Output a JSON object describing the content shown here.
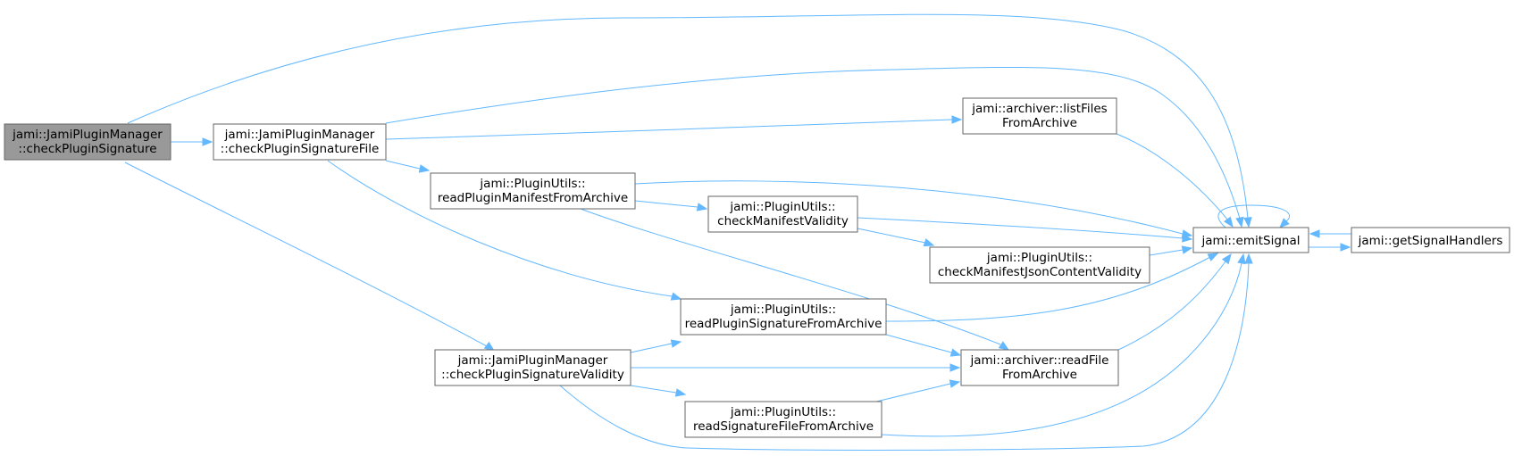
{
  "colors": {
    "edge": "#63b8ff",
    "node_border": "#666666",
    "node_fill": "#ffffff",
    "root_fill": "#999999"
  },
  "nodes": {
    "root": {
      "lines": [
        "jami::JamiPluginManager",
        "::checkPluginSignature"
      ]
    },
    "checkSigFile": {
      "lines": [
        "jami::JamiPluginManager",
        "::checkPluginSignatureFile"
      ]
    },
    "checkSigValidity": {
      "lines": [
        "jami::JamiPluginManager",
        "::checkPluginSignatureValidity"
      ]
    },
    "readManifest": {
      "lines": [
        "jami::PluginUtils::",
        "readPluginManifestFromArchive"
      ]
    },
    "listFiles": {
      "lines": [
        "jami::archiver::listFiles",
        "FromArchive"
      ]
    },
    "checkManifest": {
      "lines": [
        "jami::PluginUtils::",
        "checkManifestValidity"
      ]
    },
    "checkJson": {
      "lines": [
        "jami::PluginUtils::",
        "checkManifestJsonContentValidity"
      ]
    },
    "readPluginSig": {
      "lines": [
        "jami::PluginUtils::",
        "readPluginSignatureFromArchive"
      ]
    },
    "readFile": {
      "lines": [
        "jami::archiver::readFile",
        "FromArchive"
      ]
    },
    "readSigFile": {
      "lines": [
        "jami::PluginUtils::",
        "readSignatureFileFromArchive"
      ]
    },
    "emitSignal": {
      "lines": [
        "jami::emitSignal"
      ]
    },
    "getHandlers": {
      "lines": [
        "jami::getSignalHandlers"
      ]
    }
  },
  "edges": [
    [
      "root",
      "checkSigFile"
    ],
    [
      "root",
      "checkSigValidity"
    ],
    [
      "root",
      "emitSignal"
    ],
    [
      "checkSigFile",
      "listFiles"
    ],
    [
      "checkSigFile",
      "readManifest"
    ],
    [
      "checkSigFile",
      "readPluginSig"
    ],
    [
      "checkSigFile",
      "emitSignal"
    ],
    [
      "readManifest",
      "checkManifest"
    ],
    [
      "readManifest",
      "readFile"
    ],
    [
      "readManifest",
      "emitSignal"
    ],
    [
      "listFiles",
      "emitSignal"
    ],
    [
      "checkManifest",
      "checkJson"
    ],
    [
      "checkManifest",
      "emitSignal"
    ],
    [
      "checkJson",
      "emitSignal"
    ],
    [
      "readPluginSig",
      "readFile"
    ],
    [
      "readPluginSig",
      "emitSignal"
    ],
    [
      "checkSigValidity",
      "readPluginSig"
    ],
    [
      "checkSigValidity",
      "readFile"
    ],
    [
      "checkSigValidity",
      "readSigFile"
    ],
    [
      "checkSigValidity",
      "emitSignal"
    ],
    [
      "readSigFile",
      "readFile"
    ],
    [
      "readSigFile",
      "emitSignal"
    ],
    [
      "readFile",
      "emitSignal"
    ],
    [
      "emitSignal",
      "emitSignal"
    ],
    [
      "emitSignal",
      "getHandlers"
    ],
    [
      "getHandlers",
      "emitSignal"
    ]
  ]
}
